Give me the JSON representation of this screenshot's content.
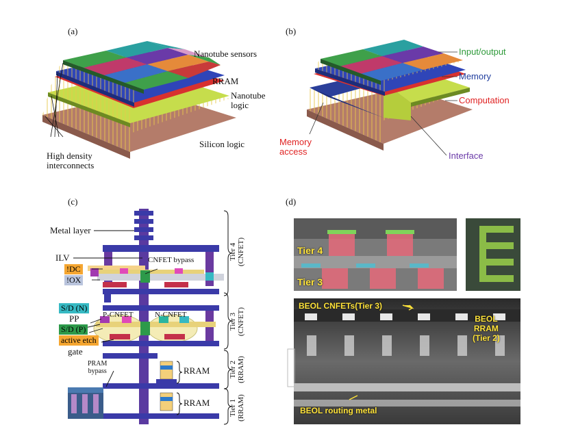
{
  "panels": {
    "a": {
      "letter": "(a)",
      "labels": {
        "sensors": "Nanotube sensors",
        "rram": "RRAM",
        "logic": "Nanotube\nlogic",
        "silicon": "Silicon logic",
        "interconnects": "High density\ninterconnects"
      }
    },
    "b": {
      "letter": "(b)",
      "labels": {
        "io": "Input/output",
        "memory": "Memory",
        "computation": "Computation",
        "memory_access": "Memory\naccess",
        "interface": "Interface"
      },
      "colors": {
        "io": "#2e9a3a",
        "memory": "#1f3d9e",
        "computation": "#e02222",
        "interface": "#6a3aa8"
      }
    },
    "c": {
      "letter": "(c)",
      "labels": {
        "metal": "Metal layer",
        "ilv": "ILV",
        "idc": "!DC",
        "iox": "!OX",
        "cnfet_bypass": "CNFET bypass",
        "sdn": "S/D (N)",
        "pp": "PP",
        "sdp": "S/D (P)",
        "active_etch": "active etch",
        "gate": "gate",
        "pcnfet": "P-CNFET",
        "ncnfet": "N-CNFET",
        "pram_bypass": "PRAM\nbypass",
        "rram1": "RRAM",
        "rram2": "RRAM"
      },
      "tiers": [
        {
          "name": "Tier 4",
          "sub": "(CNFET)"
        },
        {
          "name": "Tier 3",
          "sub": "(CNFET)"
        },
        {
          "name": "Tier 2",
          "sub": "(RRAM)"
        },
        {
          "name": "Tier 1",
          "sub": "(RRAM)"
        }
      ],
      "tag_colors": {
        "idc": "#f5a631",
        "iox": "#b9c4dd",
        "sdn": "#36b9c3",
        "sdp": "#2d9a4a",
        "active_etch": "#f5a631"
      }
    },
    "d": {
      "letter": "(d)",
      "labels": {
        "tier4": "Tier 4",
        "tier3": "Tier 3",
        "beol_cnfets": "BEOL CNFETs(Tier 3)",
        "beol_rram": "BEOL\nRRAM\n(Tier 2)",
        "routing": "BEOL routing metal"
      }
    }
  }
}
